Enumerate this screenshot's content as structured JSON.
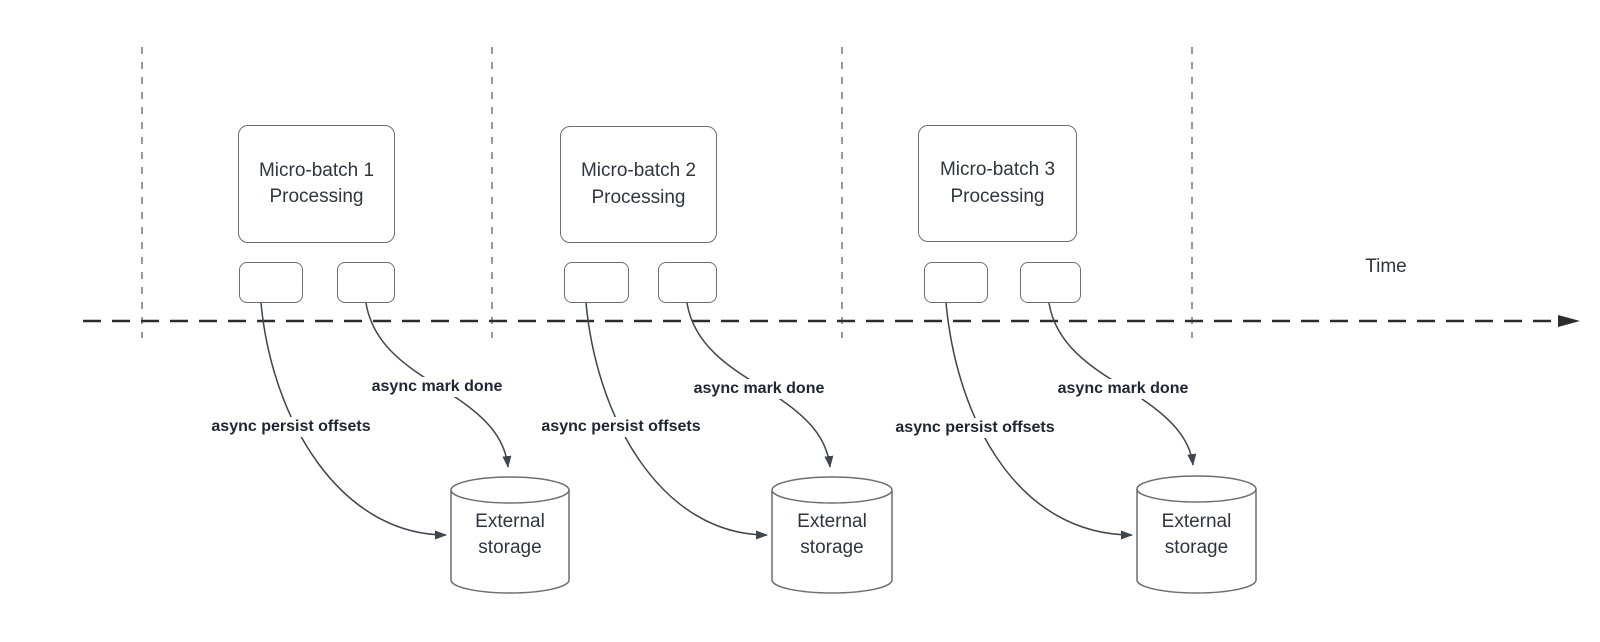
{
  "canvas": {
    "time_label": "Time"
  },
  "groups": [
    {
      "process_label": "Micro-batch 1\nProcessing",
      "persist_label": "async persist offsets",
      "mark_done_label": "async mark done",
      "storage_label": "External\nstorage"
    },
    {
      "process_label": "Micro-batch 2\nProcessing",
      "persist_label": "async persist offsets",
      "mark_done_label": "async mark done",
      "storage_label": "External\nstorage"
    },
    {
      "process_label": "Micro-batch 3\nProcessing",
      "persist_label": "async persist offsets",
      "mark_done_label": "async mark done",
      "storage_label": "External\nstorage"
    }
  ],
  "colors": {
    "background": "#ffffff",
    "shape_stroke": "#6e6e6e",
    "arrow_stroke": "#3f4650",
    "axis_stroke": "#2d2d2d",
    "guide_stroke": "#9a9a9a",
    "text": "#2f3640",
    "edge_label_text": "#1e2633"
  }
}
